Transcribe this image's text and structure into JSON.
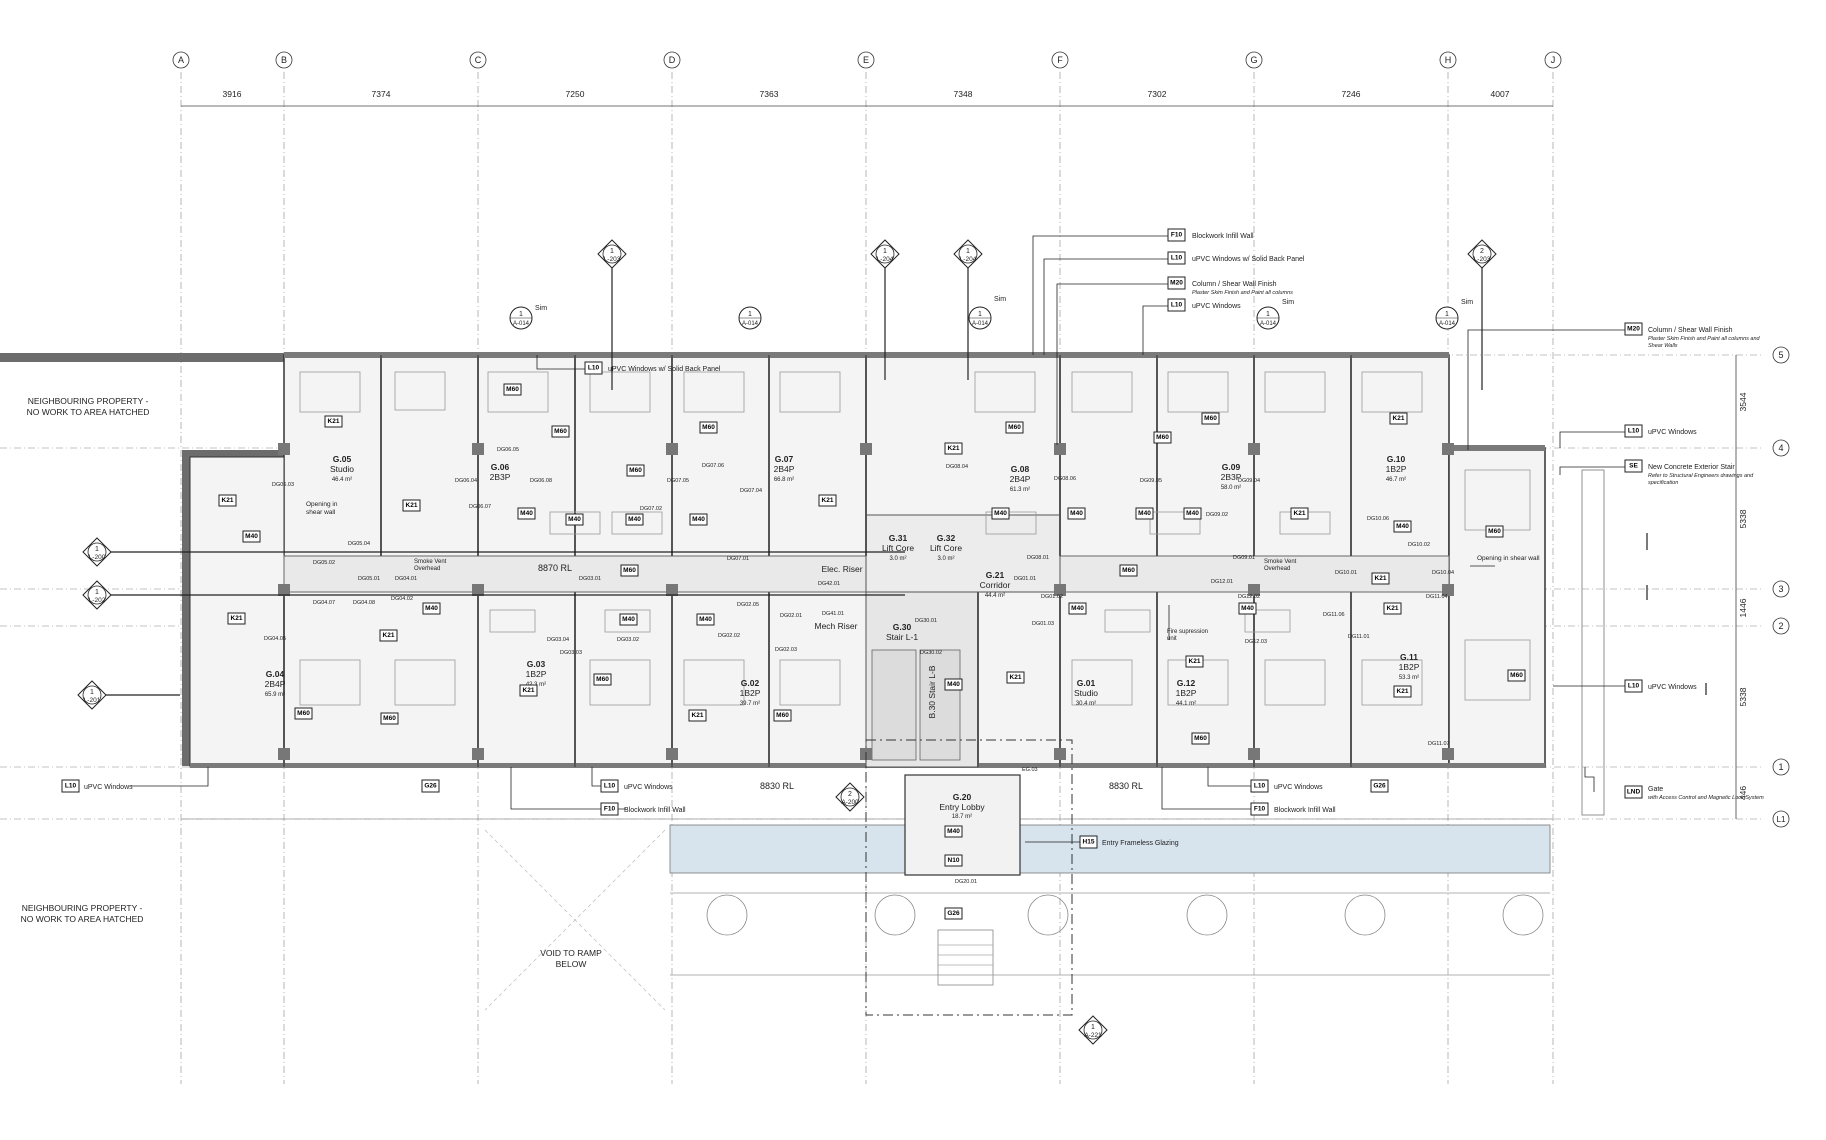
{
  "grid": {
    "columns": [
      "A",
      "B",
      "C",
      "D",
      "E",
      "F",
      "G",
      "H",
      "J"
    ],
    "dimensions": [
      "3916",
      "7374",
      "7250",
      "7363",
      "7348",
      "7302",
      "7246",
      "4007"
    ],
    "rows": [
      "5",
      "4",
      "3",
      "2",
      "1",
      "L1"
    ],
    "row_dims": [
      "3544",
      "5338",
      "1446",
      "5338",
      "446"
    ]
  },
  "neighbour_top": [
    "NEIGHBOURING PROPERTY -",
    "NO WORK TO AREA HATCHED"
  ],
  "neighbour_bottom": [
    "NEIGHBOURING PROPERTY -",
    "NO WORK TO AREA HATCHED"
  ],
  "void_label": [
    "VOID TO RAMP",
    "BELOW"
  ],
  "levels": {
    "floor": "8870 RL",
    "terrace_left": "8830 RL",
    "terrace_right": "8830 RL"
  },
  "rooms": [
    {
      "id": "G.05",
      "type": "Studio",
      "area": "46.4 m²"
    },
    {
      "id": "G.06",
      "type": "2B3P",
      "area": ""
    },
    {
      "id": "G.07",
      "type": "2B4P",
      "area": "66.8 m²"
    },
    {
      "id": "G.08",
      "type": "2B4P",
      "area": "61.3 m²"
    },
    {
      "id": "G.09",
      "type": "2B3P",
      "area": "58.0 m²"
    },
    {
      "id": "G.10",
      "type": "1B2P",
      "area": "46.7 m²"
    },
    {
      "id": "G.04",
      "type": "2B4P",
      "area": "65.9 m²"
    },
    {
      "id": "G.03",
      "type": "1B2P",
      "area": "42.3 m²"
    },
    {
      "id": "G.02",
      "type": "1B2P",
      "area": "39.7 m²"
    },
    {
      "id": "G.01",
      "type": "Studio",
      "area": "30.4 m²"
    },
    {
      "id": "G.12",
      "type": "1B2P",
      "area": "44.1 m²"
    },
    {
      "id": "G.11",
      "type": "1B2P",
      "area": "53.3 m²"
    }
  ],
  "core": {
    "g31": "G.31",
    "g31_name": "Lift Core",
    "g31_area": "3.0 m²",
    "g32": "G.32",
    "g32_name": "Lift Core",
    "g32_area": "3.0 m²",
    "corridor_id": "G.21",
    "corridor_name": "Corridor",
    "corridor_area": "44.4 m²",
    "elec": "Elec. Riser",
    "mech": "Mech Riser",
    "stair_id": "G.30",
    "stair_name": "Stair L-1",
    "stair2": "B.30 Stair L-B",
    "lobby_id": "G.20",
    "lobby_name": "Entry Lobby",
    "lobby_area": "18.7 m²"
  },
  "callouts": {
    "f10": "Blockwork Infill Wall",
    "l10_solid": "uPVC Windows w/ Solid Back Panel",
    "m20": "Column / Shear Wall Finish",
    "m20_sub": "Plaster Skim Finish and Paint all columns",
    "l10": "uPVC Windows",
    "l10_left_solid": "uPVC Windows w/ Solid Back Panel",
    "m20_right": "Column / Shear Wall Finish",
    "m20_right_sub1": "Plaster Skim Finish and Paint all columns and",
    "m20_right_sub2": "Shear Walls",
    "l10_right": "uPVC Windows",
    "se": "New Concrete Exterior Stair",
    "se_sub1": "Refer to Structural Engineers drawings and",
    "se_sub2": "specification",
    "opening_right": "Opening in shear wall",
    "opening_left": [
      "Opening in",
      "shear wall"
    ],
    "smoke_left": [
      "Smoke Vent",
      "Overhead"
    ],
    "smoke_right": [
      "Smoke Vent",
      "Overhead"
    ],
    "fire": [
      "Fire supression",
      "unit"
    ],
    "l10_bl": "uPVC Windows",
    "l10_bm": "uPVC Windows",
    "f10_bm": "Blockwork Infill Wall",
    "l10_br": "uPVC Windows",
    "f10_br": "Blockwork Infill Wall",
    "h15": "Entry Frameless Glazing",
    "l10_r2": "uPVC Windows",
    "gate": "Gate",
    "gate_sub": "with Access Control and Magnetic Lock System"
  },
  "tags": {
    "k21": "K21",
    "m60": "M60",
    "m40": "M40",
    "g26": "G26",
    "n10": "N10",
    "f10": "F10",
    "l10": "L10",
    "m20": "M20",
    "se": "SE",
    "h15": "H15",
    "lnd": "LND"
  },
  "sections": [
    {
      "num": "1",
      "ref": "L-203"
    },
    {
      "num": "1",
      "ref": "L-204"
    },
    {
      "num": "1",
      "ref": "L-204"
    },
    {
      "num": "2",
      "ref": "L-203"
    },
    {
      "num": "1",
      "ref": "L-200"
    },
    {
      "num": "1",
      "ref": "L-202"
    },
    {
      "num": "1",
      "ref": "L-201"
    },
    {
      "num": "2",
      "ref": "A-200"
    },
    {
      "num": "1",
      "ref": "A-221"
    }
  ],
  "elevations": [
    {
      "num": "1",
      "ref": "A-014",
      "sim": "Sim"
    },
    {
      "num": "1",
      "ref": "A-014",
      "sim": ""
    },
    {
      "num": "1",
      "ref": "A-014",
      "sim": "Sim"
    },
    {
      "num": "1",
      "ref": "A-014",
      "sim": "Sim"
    },
    {
      "num": "1",
      "ref": "A-014",
      "sim": "Sim"
    }
  ],
  "door_tags": [
    "DG06.03",
    "DG05.04",
    "DG05.02",
    "DG05.01",
    "DG04.01",
    "DG04.07",
    "DG04.08",
    "DG04.02",
    "DG04.05",
    "DG06.05",
    "DG06.04",
    "DG06.08",
    "DG06.07",
    "DG03.01",
    "DG03.04",
    "DG03.02",
    "DG03.03",
    "DG07.05",
    "DG07.06",
    "DG07.04",
    "DG07.02",
    "DG07.01",
    "DG02.05",
    "DG02.01",
    "DG02.02",
    "DG02.03",
    "DG41.01",
    "DG42.01",
    "DG30.02",
    "DG30.01",
    "DG08.04",
    "DG08.06",
    "DG08.01",
    "DG01.01",
    "DG01.02",
    "DG01.03",
    "DG09.05",
    "DG09.04",
    "DG09.02",
    "DG09.01",
    "DG12.01",
    "DG12.02",
    "DG12.03",
    "DG10.01",
    "DG10.04",
    "DG10.02",
    "DG10.06",
    "DG11.04",
    "DG11.06",
    "DG11.01",
    "DG11.07",
    "EG.03",
    "DG20.01"
  ]
}
